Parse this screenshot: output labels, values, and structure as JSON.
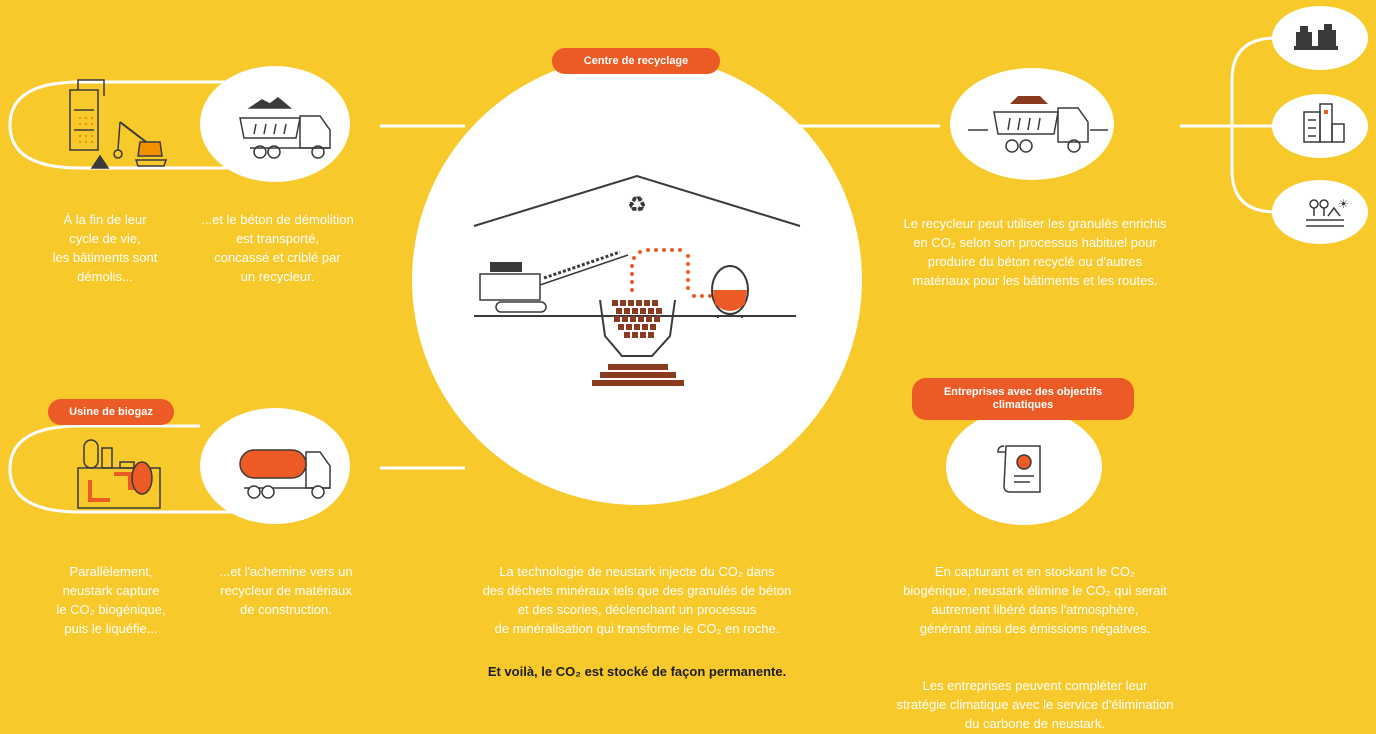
{
  "labels": {
    "recycling_center": "Centre de recyclage",
    "biogas_plant": "Usine de biogaz",
    "companies": "Entreprises avec des objectifs climatiques"
  },
  "texts": {
    "demolition_a": [
      "À la fin de leur",
      "cycle de vie,",
      "les bâtiments sont",
      "démolis..."
    ],
    "demolition_b": [
      "...et le béton de démolition",
      "est transporté,",
      "concassé et criblé par",
      "un recycleur."
    ],
    "recycler": [
      "Le recycleur peut utiliser les granulés enrichis",
      "en CO₂ selon son processus habituel pour",
      "produire du béton recyclé ou d'autres",
      "matériaux pour les bâtiments et les routes."
    ],
    "biogas_a": [
      "Parallèlement,",
      "neustark capture",
      "le CO₂ biogénique,",
      "puis le liquéfie..."
    ],
    "biogas_b": [
      "...et l'achemine vers un",
      "recycleur de matériaux",
      "de construction."
    ],
    "technology": [
      "La technologie de neustark injecte du CO₂ dans",
      "des déchets minéraux tels que des granulés de béton",
      "et des scories, déclenchant un processus",
      "de minéralisation qui transforme le CO₂ en roche."
    ],
    "conclusion": "Et voilà, le CO₂ est stocké de façon permanente.",
    "negative_emissions": [
      "En capturant et en stockant le CO₂",
      "biogénique, neustark élimine le CO₂ qui serait",
      "autrement libéré dans l'atmosphère,",
      "générant ainsi des émissions négatives."
    ],
    "companies_offer": [
      "Les entreprises peuvent compléter leur",
      "stratégie climatique avec le service d'élimination",
      "du carbone de neustark."
    ]
  },
  "icons": [
    "demolition-crane-icon",
    "dump-truck-rubble-icon",
    "recycling-hall-icon",
    "dump-truck-granules-icon",
    "bricks-icon",
    "building-icon",
    "landscape-icon",
    "biogas-plant-icon",
    "tanker-truck-icon",
    "certificate-icon"
  ],
  "colors": {
    "background": "#f8c92b",
    "accent": "#ec5a25",
    "ink": "#3a3a3a",
    "white": "#ffffff"
  }
}
